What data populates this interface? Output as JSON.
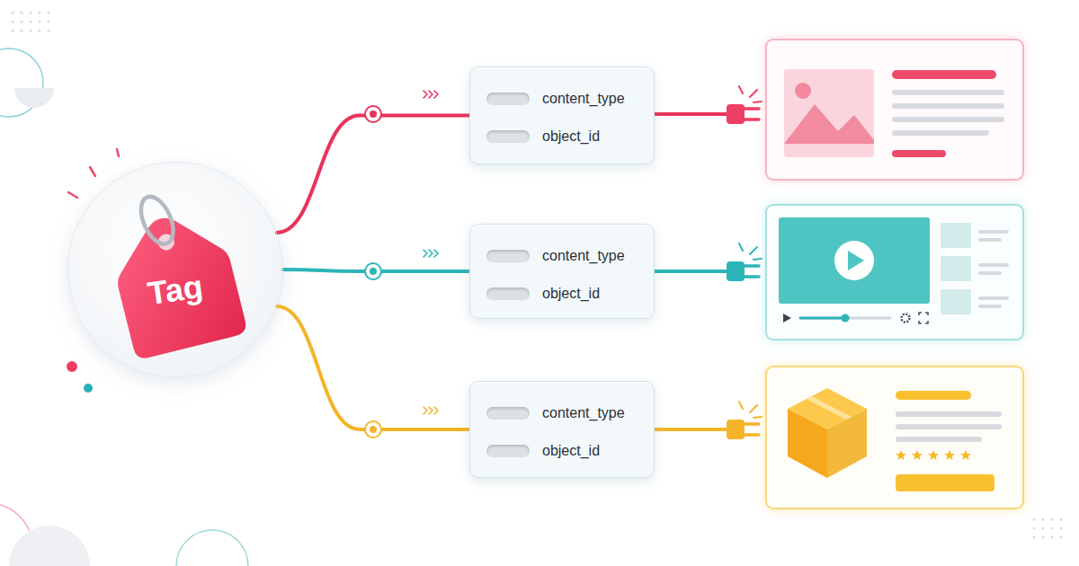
{
  "diagram": {
    "nodes": [
      {
        "text": [
          "Tag"
        ]
      },
      {
        "text": [
          "content_type",
          "object_id"
        ]
      },
      {
        "text": [
          "content_type",
          "object_id"
        ]
      },
      {
        "text": [
          "content_type",
          "object_id"
        ]
      }
    ],
    "edges": [
      {
        "from": 0,
        "to": 1,
        "arrow": "none"
      },
      {
        "from": 0,
        "to": 2,
        "arrow": "none"
      },
      {
        "from": 0,
        "to": 3,
        "arrow": "none"
      }
    ]
  }
}
